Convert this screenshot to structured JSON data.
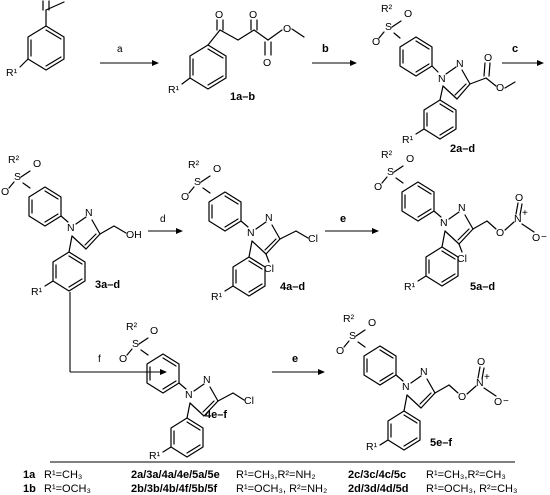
{
  "reagents": {
    "a": "a",
    "b": "b",
    "c": "c",
    "d": "d",
    "e1": "e",
    "e2": "e",
    "f": "f"
  },
  "compounds": {
    "ketone": "",
    "c1": "1a–b",
    "c2": "2a–d",
    "c3": "3a–d",
    "c4": "4a–d",
    "c5": "5a–d",
    "c6": "4e–f",
    "c7": "5e–f"
  },
  "legend": {
    "r1_lab": "1a",
    "r1_val": "R¹=CH₃",
    "r2_lab": "1b",
    "r2_val": "R¹=OCH₃",
    "r3_lab": "2a/3a/4a/4e/5a/5e",
    "r3_val": "R¹=CH₃,R²=NH₂",
    "r4_lab": "2b/3b/4b/4f/5b/5f",
    "r4_val": "R¹=OCH₃, R²=NH₂",
    "r5_lab": "2c/3c/4c/5c",
    "r5_val": "R¹=CH₃,R²=CH₃",
    "r6_lab": "2d/3d/4d/5d",
    "r6_val": "R¹=OCH₃, R²=CH₃"
  },
  "atoms": {
    "R1": "R¹",
    "R2": "R²",
    "O": "O",
    "S": "S",
    "N": "N",
    "Cl": "Cl",
    "OH": "OH",
    "plus": "+",
    "minus": "−"
  }
}
